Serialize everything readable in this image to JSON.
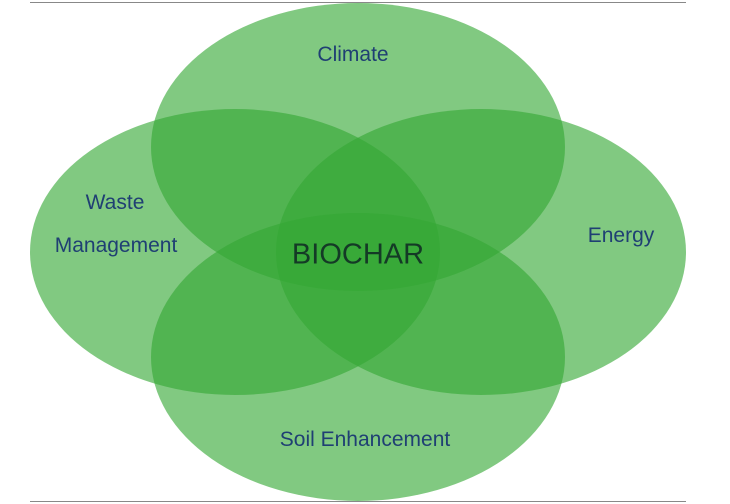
{
  "diagram": {
    "center": "BIOCHAR",
    "circles": [
      {
        "id": "top",
        "label": "Climate"
      },
      {
        "id": "left",
        "label_line1": "Waste",
        "label_line2": "Management"
      },
      {
        "id": "right",
        "label": "Energy"
      },
      {
        "id": "bottom",
        "label": "Soil Enhancement"
      }
    ],
    "fill_color": "#33a833"
  }
}
